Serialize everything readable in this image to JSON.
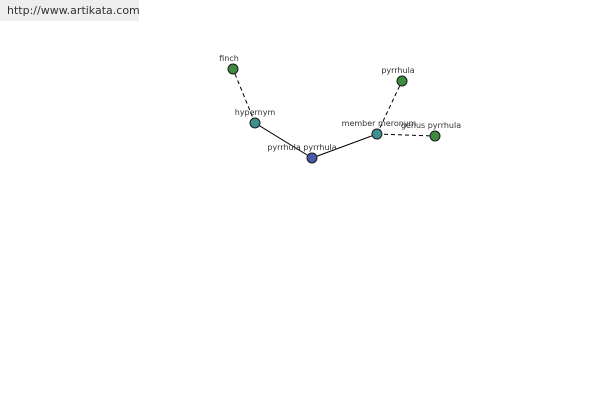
{
  "watermark": {
    "url": "http://www.artikata.com"
  },
  "colors": {
    "center_node": "#4a5aa8",
    "relation_node": "#3f9090",
    "leaf_node": "#3e8a3e",
    "node_stroke": "#1a1a1a",
    "edge": "#000000"
  },
  "graph": {
    "nodes": [
      {
        "id": "pyrrhula-pyrrhula",
        "label": "pyrrhula pyrrhula",
        "kind": "center"
      },
      {
        "id": "hypernym",
        "label": "hypernym",
        "kind": "relation"
      },
      {
        "id": "finch",
        "label": "finch",
        "kind": "leaf"
      },
      {
        "id": "member-meronym",
        "label": "member meronym",
        "kind": "relation"
      },
      {
        "id": "pyrrhula",
        "label": "pyrrhula",
        "kind": "leaf"
      },
      {
        "id": "genus-pyrrhula",
        "label": "genus pyrrhula",
        "kind": "leaf"
      }
    ],
    "edges": [
      {
        "from": "pyrrhula-pyrrhula",
        "to": "hypernym",
        "style": "solid"
      },
      {
        "from": "pyrrhula-pyrrhula",
        "to": "member-meronym",
        "style": "solid"
      },
      {
        "from": "hypernym",
        "to": "finch",
        "style": "dashed"
      },
      {
        "from": "member-meronym",
        "to": "pyrrhula",
        "style": "dashed"
      },
      {
        "from": "member-meronym",
        "to": "genus-pyrrhula",
        "style": "dashed"
      }
    ]
  }
}
